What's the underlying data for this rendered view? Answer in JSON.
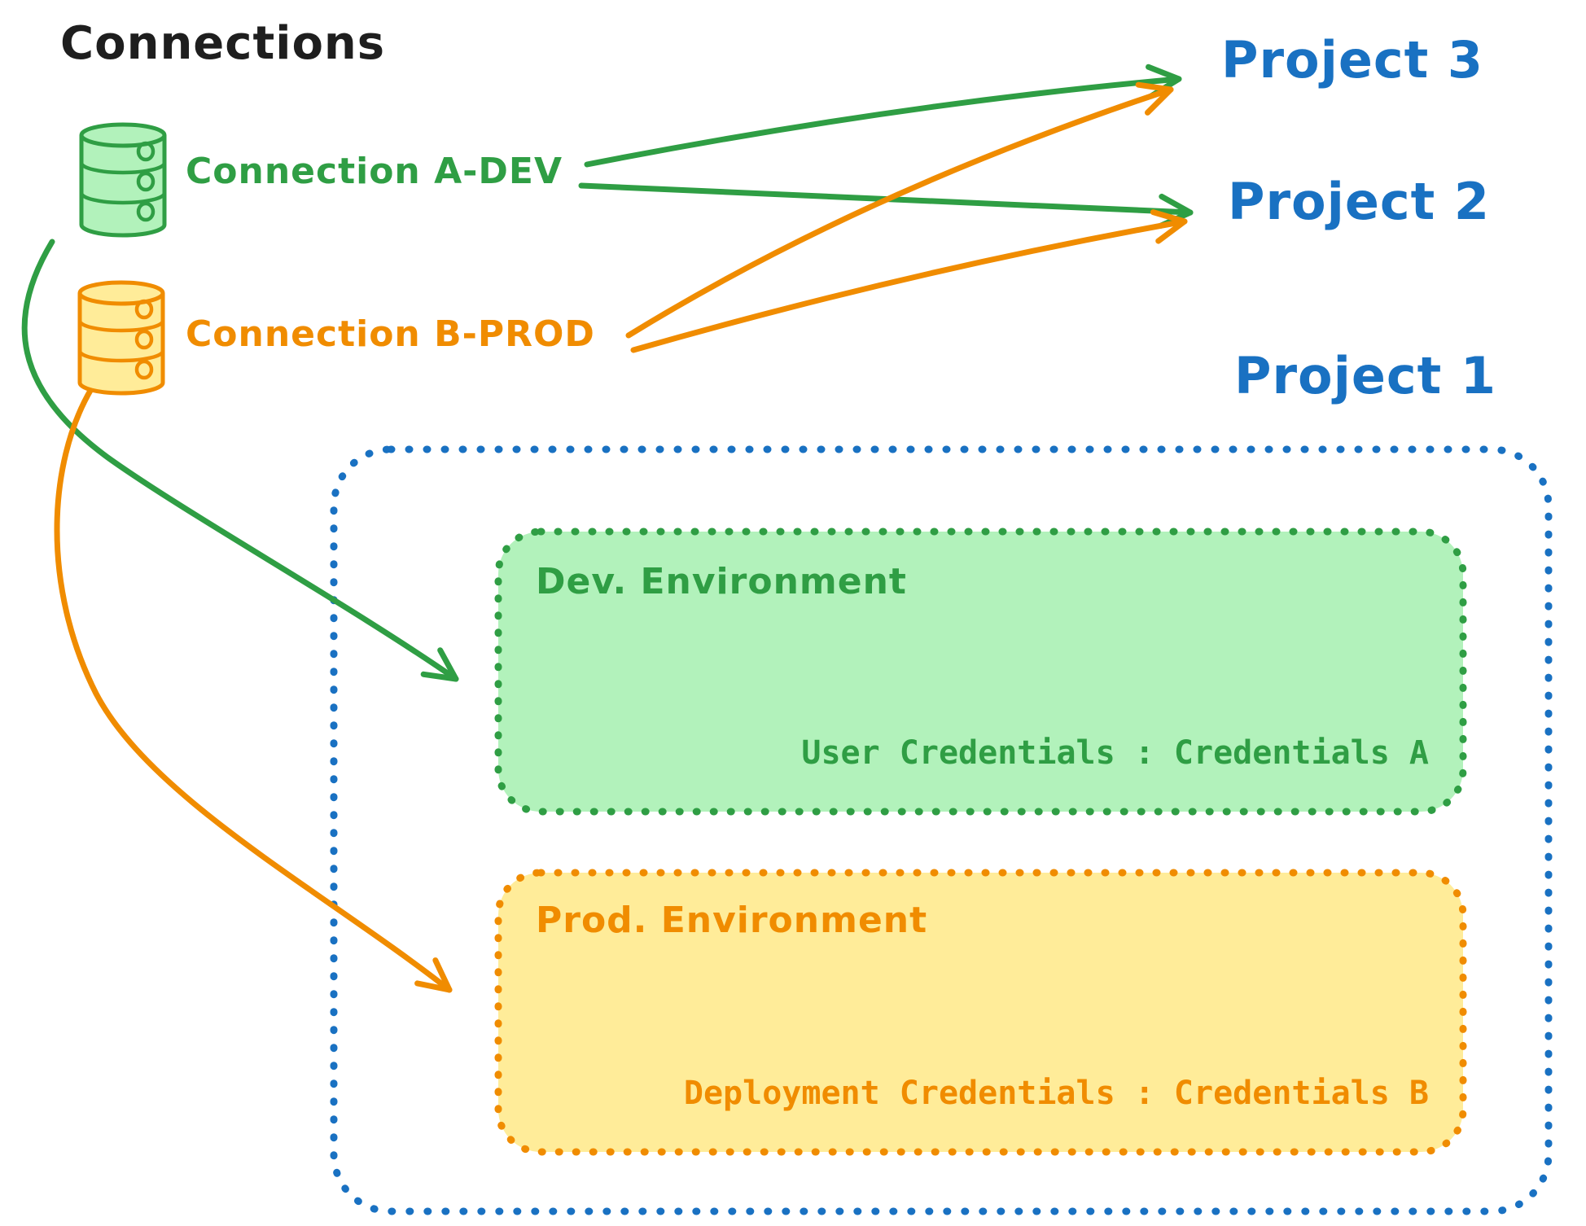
{
  "title": "Connections",
  "colors": {
    "black": "#1e1e1e",
    "green": "#2f9e44",
    "green_fill": "#b2f2bb",
    "orange": "#f08c00",
    "yellow_fill": "#ffec99",
    "blue": "#1971c2",
    "background": "#ffffff"
  },
  "connections": [
    {
      "id": "a-dev",
      "label": "Connection A-DEV",
      "color": "#2f9e44",
      "icon": "database-icon"
    },
    {
      "id": "b-prod",
      "label": "Connection B-PROD",
      "color": "#f08c00",
      "icon": "database-icon"
    }
  ],
  "projects": [
    {
      "label": "Project 3"
    },
    {
      "label": "Project 2"
    },
    {
      "label": "Project 1"
    }
  ],
  "project1": {
    "label": "Project 1",
    "dev_environment": {
      "title": "Dev. Environment",
      "credentials_label": "User Credentials",
      "credentials_value": "Credentials A",
      "credentials_text": "User Credentials : Credentials A"
    },
    "prod_environment": {
      "title": "Prod. Environment",
      "credentials_label": "Deployment Credentials",
      "credentials_value": "Credentials B",
      "credentials_text": "Deployment Credentials : Credentials B"
    }
  },
  "edges": [
    {
      "from": "Connection A-DEV",
      "to": "Project 3",
      "color": "#2f9e44"
    },
    {
      "from": "Connection A-DEV",
      "to": "Project 2",
      "color": "#2f9e44"
    },
    {
      "from": "Connection B-PROD",
      "to": "Project 3",
      "color": "#f08c00"
    },
    {
      "from": "Connection B-PROD",
      "to": "Project 2",
      "color": "#f08c00"
    },
    {
      "from": "Connection A-DEV",
      "to": "Dev. Environment",
      "color": "#2f9e44"
    },
    {
      "from": "Connection B-PROD",
      "to": "Prod. Environment",
      "color": "#f08c00"
    }
  ]
}
